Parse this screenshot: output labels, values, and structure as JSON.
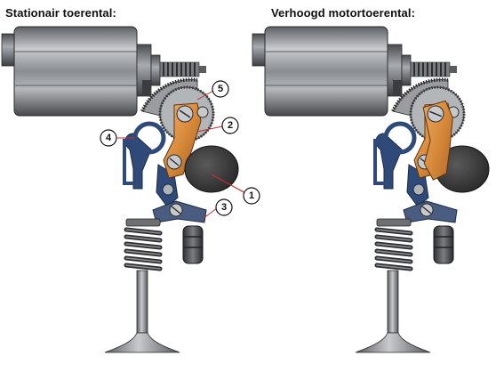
{
  "titles": {
    "left": "Stationair toerental:",
    "right": "Verhoogd motortoerental:"
  },
  "callouts": [
    "1",
    "2",
    "3",
    "4",
    "5"
  ],
  "colors": {
    "motor_body": "#7f8286",
    "motor_highlight": "#c9cbce",
    "motor_shadow": "#4a4c50",
    "lever_orange": "#d88a3a",
    "lever_blue": "#2f4a78",
    "cam_dark": "#3a3a3a",
    "spring_dark": "#3d3d3d",
    "valve_gray": "#8e9094"
  }
}
